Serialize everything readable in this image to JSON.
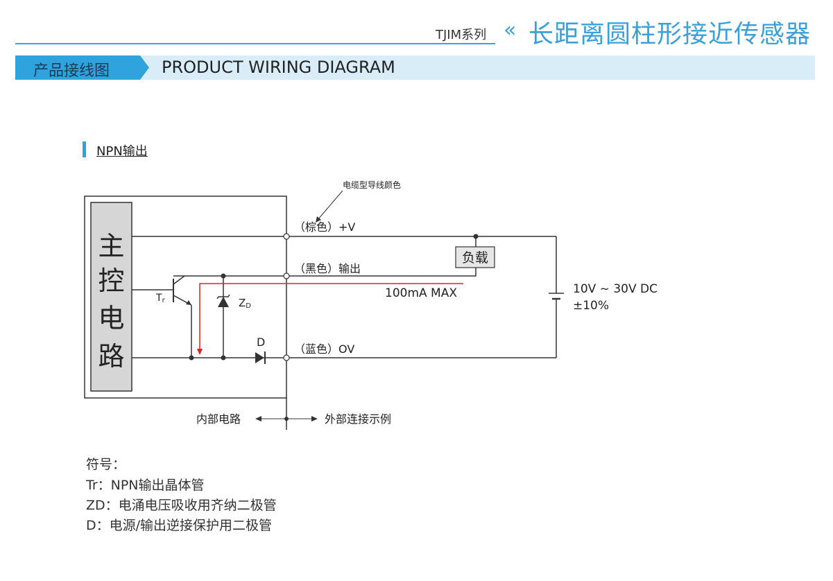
{
  "header": {
    "series": "TJIM系列",
    "chevron": "«",
    "title": "长距离圆柱形接近传感器"
  },
  "section_band": {
    "cn": "产品接线图",
    "en": "PRODUCT WIRING DIAGRAM"
  },
  "subsection": {
    "title": "NPN输出"
  },
  "diagram": {
    "main_circuit": [
      "主",
      "控",
      "电",
      "路"
    ],
    "cable_color_note": "电缆型导线颜色",
    "brown_wire": "（棕色）+V",
    "black_wire": "（黑色）输出",
    "blue_wire": "（蓝色）OV",
    "load": "负载",
    "current_max": "100mA MAX",
    "supply_voltage": "10V ~ 30V DC",
    "supply_tolerance": "±10%",
    "tr_label": "T",
    "tr_sub": "r",
    "zd_label": "Z",
    "zd_sub": "D",
    "d_label": "D",
    "internal": "内部电路",
    "external": "外部连接示例"
  },
  "legend": {
    "heading": "符号：",
    "tr": "Tr：NPN输出晶体管",
    "zd": "ZD：电涌电压吸收用齐纳二极管",
    "d": "D：电源/输出逆接保护用二极管"
  },
  "colors": {
    "accent": "#2fa3dd",
    "band_bg": "#d8edf8",
    "current_path": "#e02020",
    "box_fill": "#d6d6d6"
  }
}
